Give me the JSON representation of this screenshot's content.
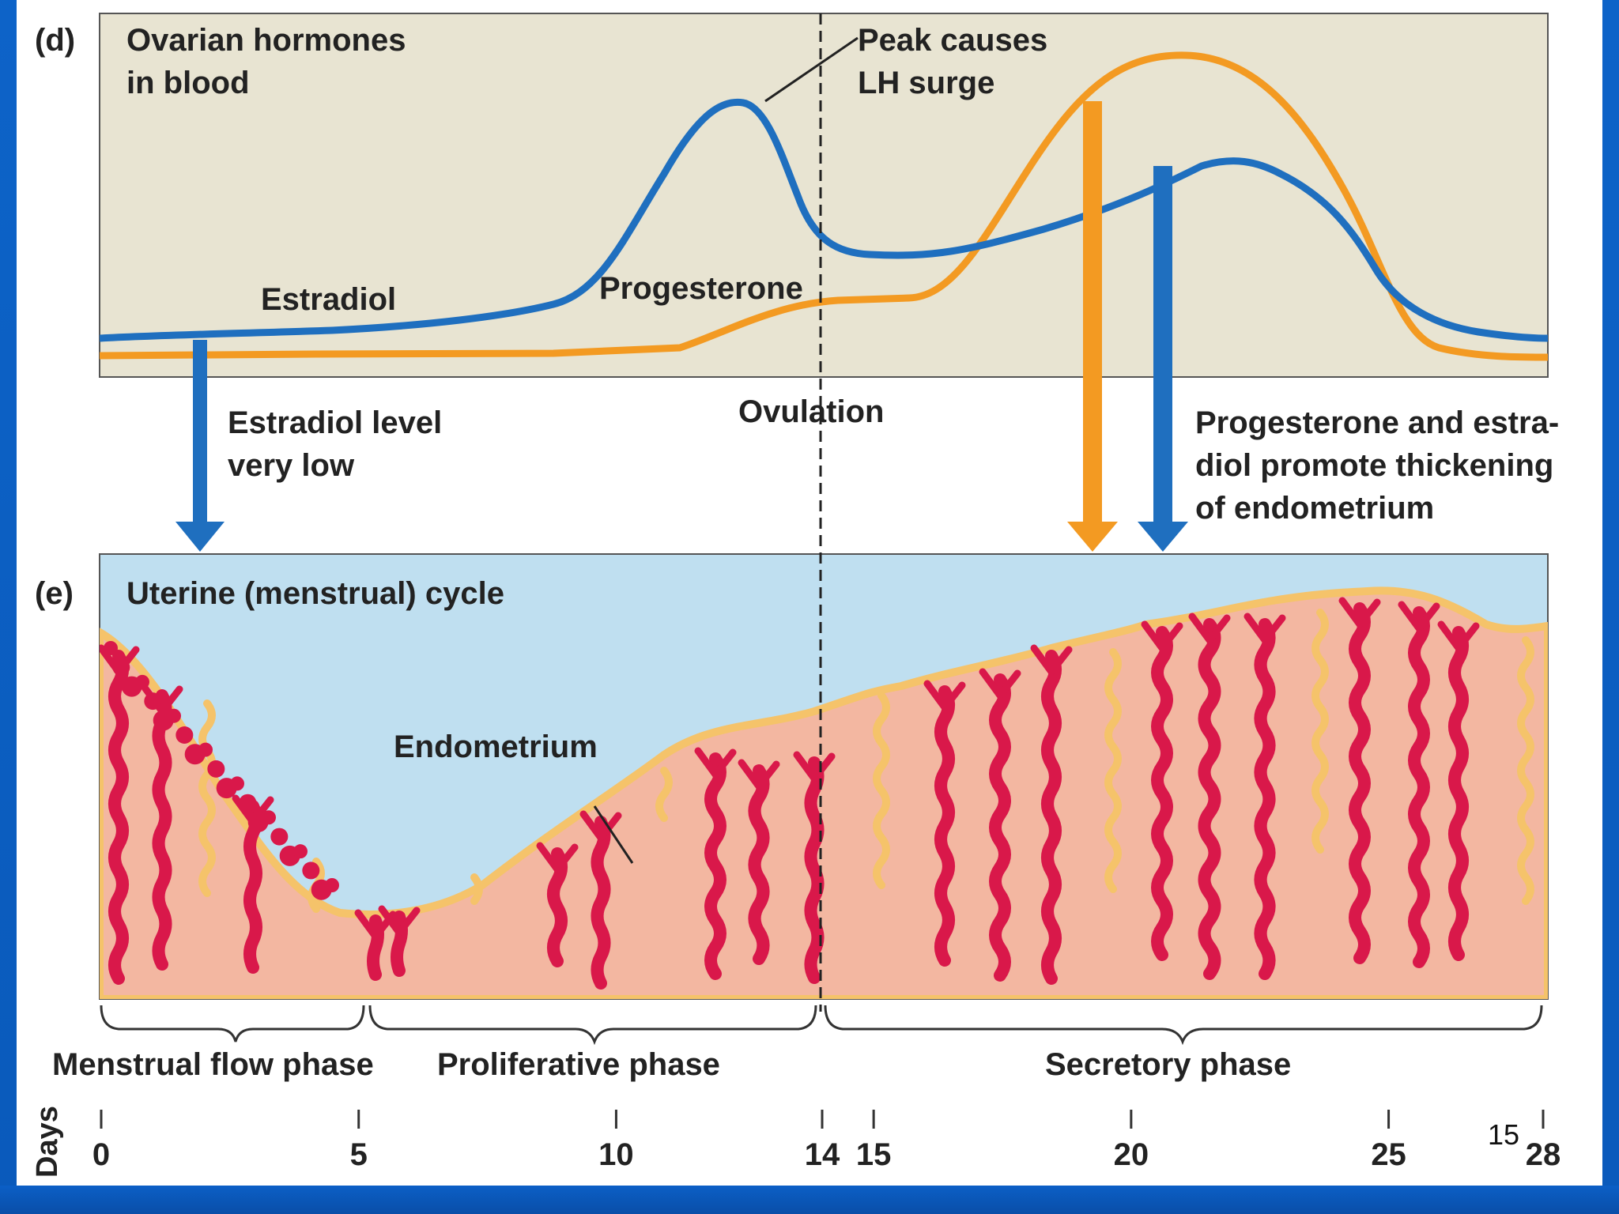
{
  "colors": {
    "estradiol": "#1f6fbf",
    "progesterone": "#f39a22",
    "panel_top_bg": "#e8e4d2",
    "panel_bottom_fluid": "#bfdff0",
    "endometrium_tissue": "#f3b7a1",
    "endometrium_edge": "#f5c36a",
    "vessels": "#d9184a",
    "slide_frame": "#0a5fc2"
  },
  "panel_d": {
    "tag": "(d)",
    "title_line1": "Ovarian hormones",
    "title_line2": "in blood",
    "peak_note_line1": "Peak causes",
    "peak_note_line2": "LH surge",
    "estradiol_label": "Estradiol",
    "progesterone_label": "Progesterone",
    "ovulation_label": "Ovulation",
    "low_note_line1": "Estradiol level",
    "low_note_line2": "very low",
    "thick_note_line1": "Progesterone and estra-",
    "thick_note_line2": "diol promote thickening",
    "thick_note_line3": "of endometrium"
  },
  "panel_e": {
    "tag": "(e)",
    "title": "Uterine (menstrual) cycle",
    "endometrium_label": "Endometrium"
  },
  "phases": {
    "menstrual": "Menstrual flow phase",
    "proliferative": "Proliferative phase",
    "secretory": "Secretory phase"
  },
  "axis": {
    "label": "Days",
    "ticks": [
      {
        "day": 0,
        "label": "0"
      },
      {
        "day": 5,
        "label": "5"
      },
      {
        "day": 10,
        "label": "10"
      },
      {
        "day": 14,
        "label": "14"
      },
      {
        "day": 15,
        "label": "15"
      },
      {
        "day": 20,
        "label": "20"
      },
      {
        "day": 25,
        "label": "25"
      },
      {
        "day": 28,
        "label": "28"
      }
    ]
  },
  "slide_number": "15"
}
